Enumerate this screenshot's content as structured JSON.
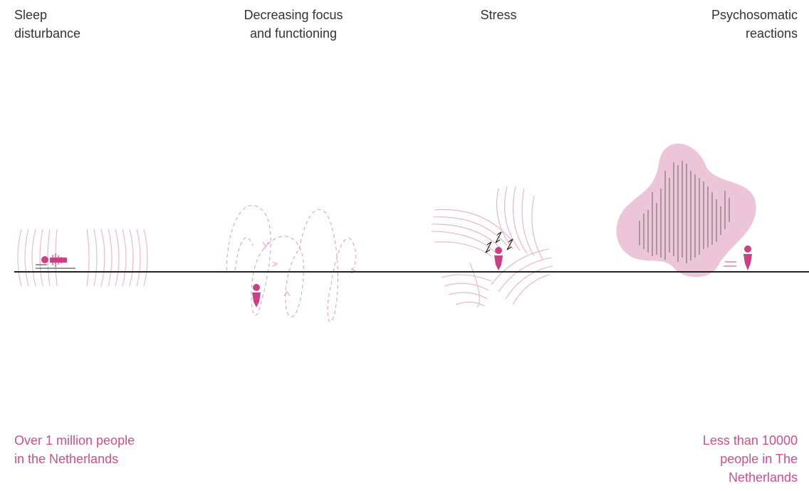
{
  "stages": [
    {
      "id": "sleep",
      "label_lines": [
        "Sleep",
        "disturbance"
      ]
    },
    {
      "id": "focus",
      "label_lines": [
        "Decreasing focus",
        "and functioning"
      ]
    },
    {
      "id": "stress",
      "label_lines": [
        "Stress"
      ]
    },
    {
      "id": "psychosomatic",
      "label_lines": [
        "Psychosomatic",
        "reactions"
      ]
    }
  ],
  "footnotes": {
    "left": [
      "Over 1 million people",
      "in the Netherlands"
    ],
    "right": [
      "Less than 10000",
      "people in The",
      "Netherlands"
    ]
  },
  "colors": {
    "accent": "#cc3f86",
    "accent_light": "#eeb6cf",
    "blob": "#ecc6d8",
    "baseline": "#222222",
    "text": "#333333",
    "footnote": "#d24d8c"
  },
  "icons": [
    "sleeping-person-icon",
    "person-icon",
    "lightning-icon",
    "sound-wave-icon"
  ]
}
